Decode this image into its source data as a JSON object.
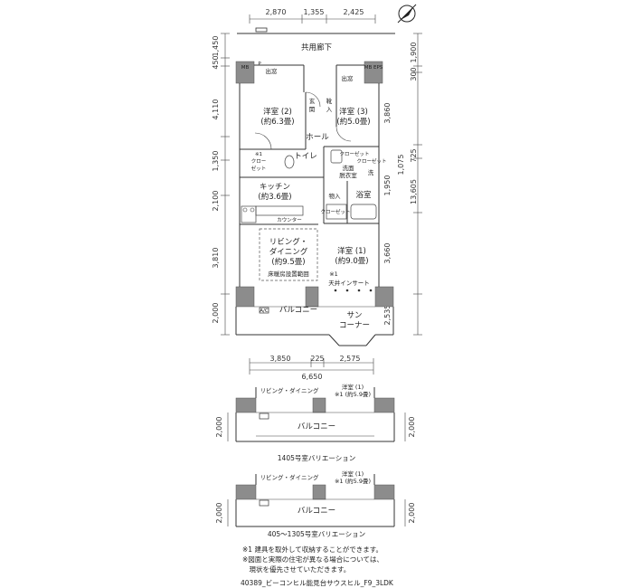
{
  "dimensions": {
    "top": [
      "2,870",
      "1,355",
      "2,425"
    ],
    "left": [
      "1,450",
      "450",
      "4,110",
      "1,350",
      "2,100",
      "3,810",
      "2,000"
    ],
    "right_outer": [
      "1,900",
      "300",
      "3,860",
      "725",
      "1,950",
      "3,660",
      "2,535"
    ],
    "right_inner": [
      "1,075",
      "13,605"
    ],
    "bottom": [
      "3,850",
      "225",
      "2,575"
    ],
    "bottom_total": "6,650",
    "variation_height": "2,000"
  },
  "rooms": {
    "corridor": "共用廊下",
    "mb_left": "MB",
    "mb_right": "MB EPS",
    "p_mark": "P",
    "entrance_left": "出窓",
    "entrance_right": "出窓",
    "western2_name": "洋室 (2)",
    "western2_size": "(約6.3畳)",
    "western3_name": "洋室 (3)",
    "western3_size": "(約5.0畳)",
    "genkan_1": "玄",
    "genkan_2": "関",
    "shoes_1": "靴",
    "shoes_2": "入",
    "hall": "ホール",
    "closet_note": "※1",
    "closet_1": "クロー",
    "closet_2": "ゼット",
    "toilet": "トイレ",
    "wash": "洗面",
    "dressing": "脱衣室",
    "laundry": "洗",
    "closet_r1": "クローゼット",
    "closet_r2": "クローゼット",
    "kitchen_name": "キッチン",
    "kitchen_size": "(約3.6畳)",
    "storage": "物入",
    "bath": "浴室",
    "closet_b": "クローゼット",
    "counter": "カウンター",
    "living_name1": "リビング・",
    "living_name2": "ダイニング",
    "living_size": "(約9.5畳)",
    "floor_heat": "床暖房設置範囲",
    "western1_name": "洋室 (1)",
    "western1_size": "(約9.0畳)",
    "western1_note": "※1",
    "ceiling_insert": "天井インサート",
    "balcony": "バルコニー",
    "sun_corner1": "サン",
    "sun_corner2": "コーナー",
    "ac": "A/C"
  },
  "variations": [
    {
      "living": "リビング・ダイニング",
      "western": "洋室 (1)",
      "western_size": "※1 (約5.9畳)",
      "balcony": "バルコニー",
      "caption": "1405号室バリエーション"
    },
    {
      "living": "リビング・ダイニング",
      "western": "洋室 (1)",
      "western_size": "※1 (約5.9畳)",
      "balcony": "バルコニー",
      "caption": "405～1305号室バリエーション"
    }
  ],
  "notes": [
    "※1 建具を取外して収納することができます。",
    "※図面と実際の住宅が異なる場合については、",
    "　現状を優先させていただきます。"
  ],
  "footer_id": "40389_ビーコンヒル能見台サウスヒル_F9_3LDK",
  "icons": {
    "north": "north-arrow-icon"
  }
}
